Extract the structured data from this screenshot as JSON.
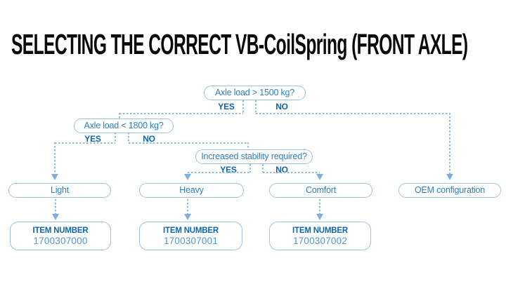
{
  "title": "SELECTING THE CORRECT VB-CoilSpring (FRONT AXLE)",
  "colors": {
    "title_text": "#0a0a0a",
    "background": "#ffffff",
    "box_border": "#9cc3e6",
    "box_text": "#2e7fc0",
    "label_bold": "#0e64ae",
    "number_text": "#4e96d0",
    "connector": "#8cbae2",
    "arrowhead": "#7fb0dd"
  },
  "flow": {
    "decisions": {
      "axle_1500": {
        "label": "Axle load > 1500 kg?",
        "yes": "YES",
        "no": "NO"
      },
      "axle_1800": {
        "label": "Axle load < 1800 kg?",
        "yes": "YES",
        "no": "NO"
      },
      "stability": {
        "label": "Increased stability required?",
        "yes": "YES",
        "no": "NO"
      }
    },
    "options": {
      "light": "Light",
      "heavy": "Heavy",
      "comfort": "Comfort",
      "oem": "OEM configuration"
    },
    "items": {
      "light": {
        "label": "ITEM NUMBER",
        "number": "1700307000"
      },
      "heavy": {
        "label": "ITEM NUMBER",
        "number": "1700307001"
      },
      "comfort": {
        "label": "ITEM NUMBER",
        "number": "1700307002"
      }
    }
  }
}
